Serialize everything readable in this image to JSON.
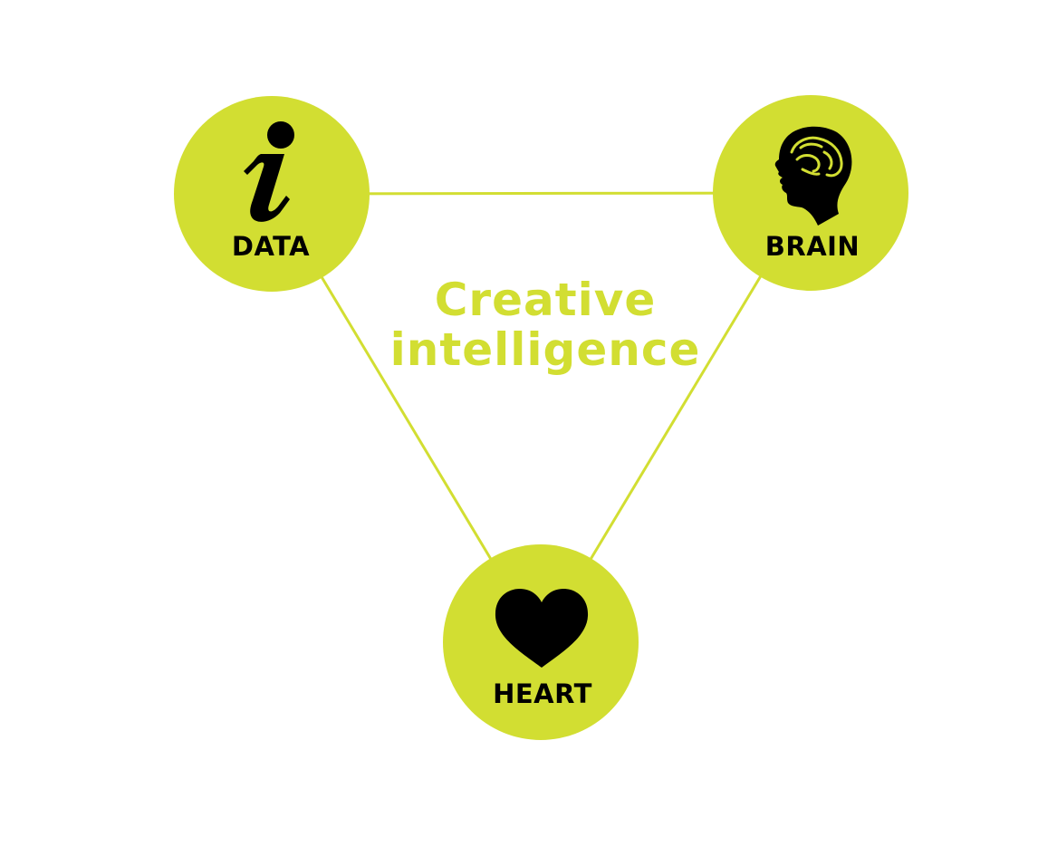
{
  "colors": {
    "accent": "#d2de32",
    "line": "#d2de32",
    "icon": "#000000",
    "label": "#000000",
    "background": "#ffffff"
  },
  "center": {
    "line1": "Creative",
    "line2": "intelligence"
  },
  "nodes": [
    {
      "id": "data",
      "label": "DATA",
      "icon": "info-icon"
    },
    {
      "id": "brain",
      "label": "BRAIN",
      "icon": "head-brain-icon"
    },
    {
      "id": "heart",
      "label": "HEART",
      "icon": "heart-icon"
    }
  ]
}
